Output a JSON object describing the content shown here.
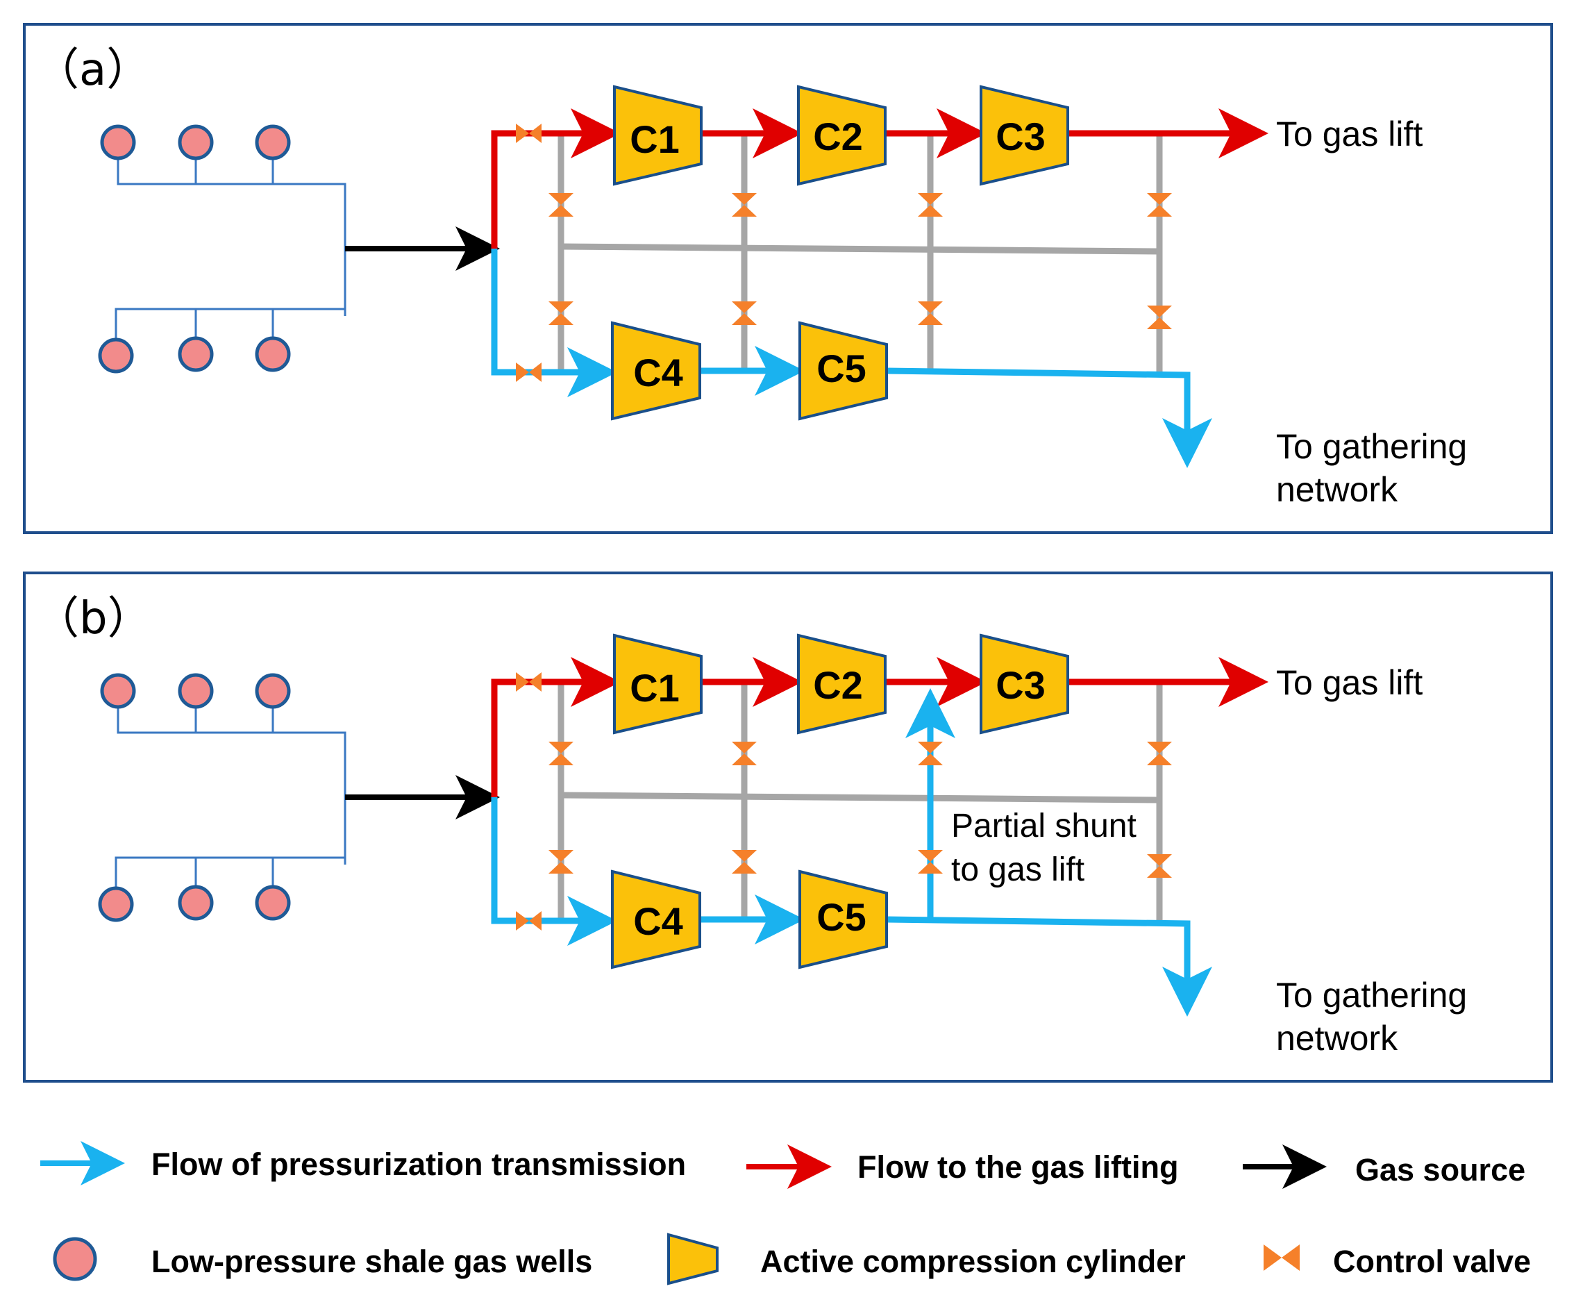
{
  "colors": {
    "frame": "#1f4e8c",
    "well_fill": "#f28b8b",
    "well_stroke": "#1f5a96",
    "well_pipe": "#3a78c2",
    "red": "#e00000",
    "blue": "#1ab2ef",
    "black": "#000000",
    "grey": "#a6a6a6",
    "compressor_fill": "#fbc10a",
    "compressor_stroke": "#1a4f8a",
    "valve": "#f5802a"
  },
  "panels": [
    {
      "id": "a",
      "label": "（a）",
      "compressors": [
        "C1",
        "C2",
        "C3",
        "C4",
        "C5"
      ],
      "outlet_top": "To gas lift",
      "outlet_bottom_line1": "To gathering",
      "outlet_bottom_line2": "network"
    },
    {
      "id": "b",
      "label": "（b）",
      "compressors": [
        "C1",
        "C2",
        "C3",
        "C4",
        "C5"
      ],
      "outlet_top": "To gas lift",
      "outlet_bottom_line1": "To gathering",
      "outlet_bottom_line2": "network",
      "shunt_line1": "Partial shunt",
      "shunt_line2": "to gas lift"
    }
  ],
  "legend": {
    "blue_flow": "Flow of pressurization transmission",
    "red_flow": "Flow to the gas lifting",
    "gas_source": "Gas source",
    "wells": "Low-pressure shale gas wells",
    "compressor": "Active compression cylinder",
    "valve": "Control valve"
  }
}
